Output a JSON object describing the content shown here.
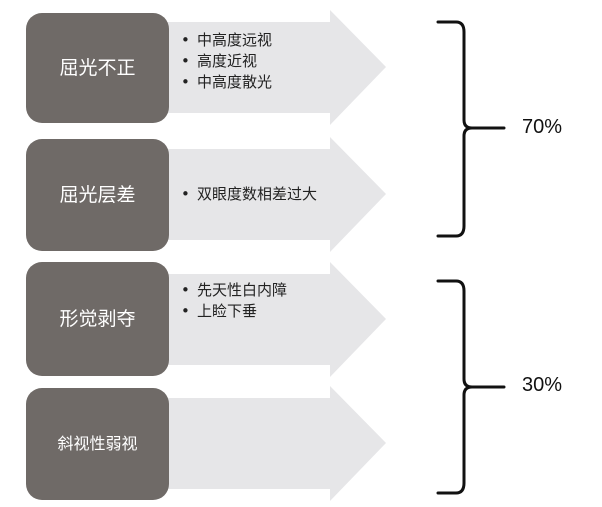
{
  "groups": [
    {
      "category": "屈光不正",
      "items": [
        "中高度远视",
        "高度近视",
        "中高度散光"
      ]
    },
    {
      "category": "屈光层差",
      "items": [
        "双眼度数相差过大"
      ]
    },
    {
      "category": "形觉剥夺",
      "items": [
        "先天性白内障",
        "上睑下垂"
      ]
    },
    {
      "category": "斜视性弱视",
      "items": []
    }
  ],
  "brackets": [
    {
      "percent": "70%"
    },
    {
      "percent": "30%"
    }
  ],
  "colors": {
    "category_box": "#6f6a67",
    "arrow_fill": "#e6e6e8",
    "bracket": "#111111"
  }
}
